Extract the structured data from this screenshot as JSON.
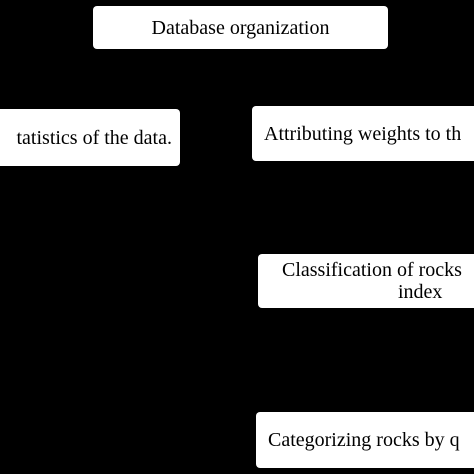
{
  "diagram": {
    "background": "#000000",
    "box_color": "#ffffff",
    "text_color": "#000000",
    "nodes": {
      "database_organization": "Database organization",
      "statistics": "tatistics  of the data.",
      "attributing_weights": "Attributing weights to th",
      "classification_line1": "Classification  of rocks",
      "classification_line2": "index",
      "categorizing": "Categorizing rocks by q"
    }
  }
}
